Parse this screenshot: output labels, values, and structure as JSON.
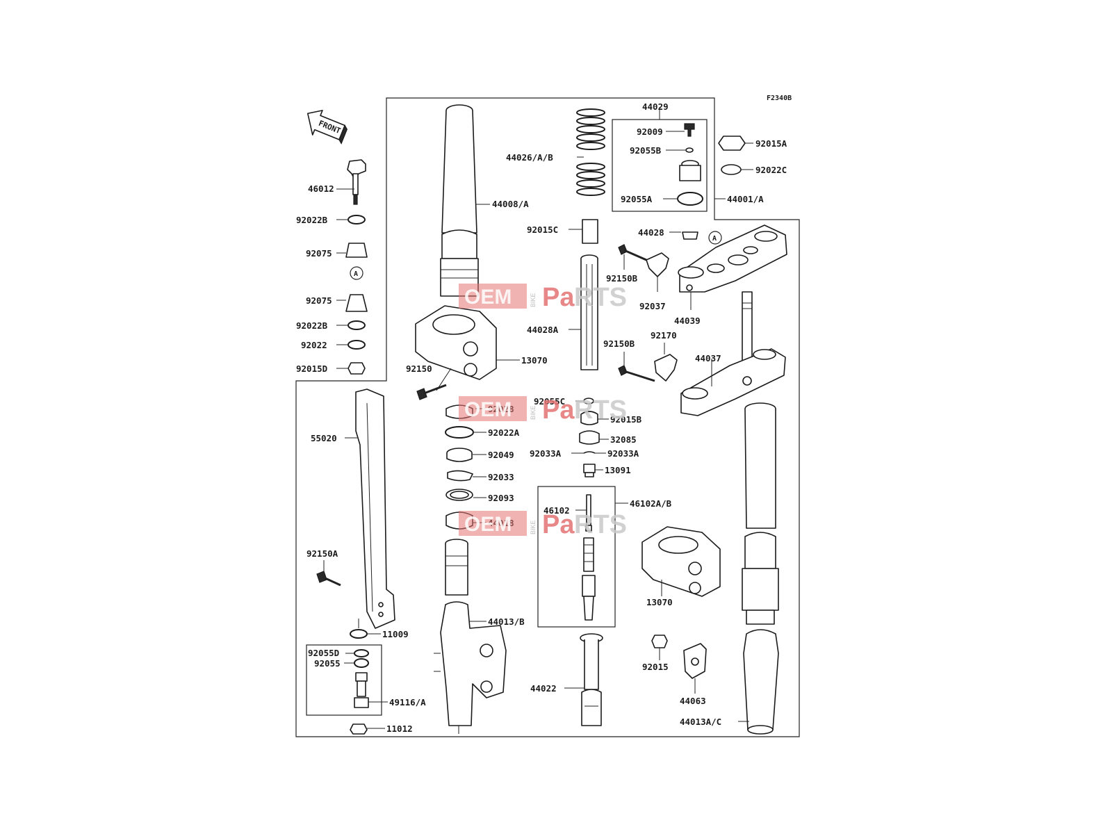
{
  "diagram_code": "F2340B",
  "front_label": "FRONT",
  "callout_a": "A",
  "watermark": {
    "main": "OEM",
    "bike": "BIKE",
    "parts_a": "Pa",
    "parts_b": "RTS",
    "color": "#e57373"
  },
  "labels": {
    "p46012": "46012",
    "p92022B_1": "92022B",
    "p92075_1": "92075",
    "p92075_2": "92075",
    "p92022B_2": "92022B",
    "p92022": "92022",
    "p92015D": "92015D",
    "p44008": "44008/A",
    "p13070_1": "13070",
    "p92150": "92150",
    "p44026": "44026/A/B",
    "p92015C": "92015C",
    "p44028A": "44028A",
    "p44029": "44029",
    "p92009": "92009",
    "p92055B": "92055B",
    "p92055A": "92055A",
    "p92015A": "92015A",
    "p92022C": "92022C",
    "p44001": "44001/A",
    "p44028": "44028",
    "p92150B_1": "92150B",
    "p92037": "92037",
    "p44039": "44039",
    "p92150B_2": "92150B",
    "p92170": "92170",
    "p44037": "44037",
    "p55020": "55020",
    "p92028": "92028",
    "p92022A": "92022A",
    "p92049": "92049",
    "p92033": "92033",
    "p92093": "92093",
    "p44018": "44018",
    "p92055C": "92055C",
    "p92015B": "92015B",
    "p32085": "32085",
    "p92033A_1": "92033A",
    "p92033A_2": "92033A",
    "p13091": "13091",
    "p46102": "46102",
    "p46102AB": "46102A/B",
    "p92150A": "92150A",
    "p44013B": "44013/B",
    "p13070_2": "13070",
    "p11009": "11009",
    "p92055D": "92055D",
    "p92055": "92055",
    "p49116": "49116/A",
    "p11012": "11012",
    "p44022": "44022",
    "p92015": "92015",
    "p44063": "44063",
    "p44013AC": "44013A/C"
  }
}
